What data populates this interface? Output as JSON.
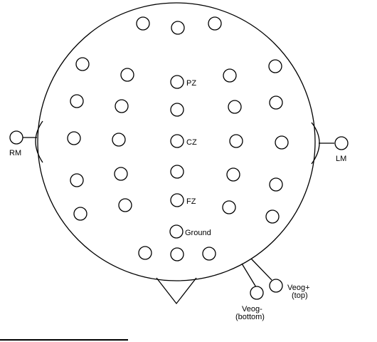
{
  "labels": {
    "pz": "PZ",
    "cz": "CZ",
    "fz": "FZ",
    "ground": "Ground",
    "rm": "RM",
    "lm": "LM",
    "veog_plus_1": "Veog+",
    "veog_plus_2": "(top)",
    "veog_minus_1": "Veog-",
    "veog_minus_2": "(bottom)"
  }
}
